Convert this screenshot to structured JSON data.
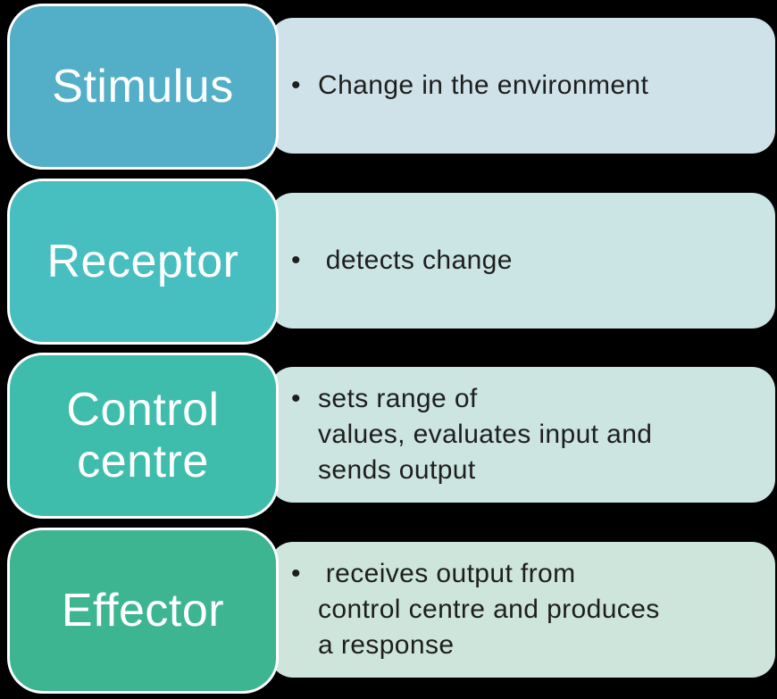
{
  "diagram": {
    "type": "vertical-stage-list",
    "background_color": "#000000",
    "title_text_color": "#FFFFFF",
    "body_text_color": "#1E1E1E",
    "box_border_color": "#FFFFFF",
    "bullet_char": "•",
    "rows": [
      {
        "title": "Stimulus",
        "bullet_text": "Change in the environment",
        "box_color": "#52AFC7",
        "panel_color": "#CFE2E9"
      },
      {
        "title": "Receptor",
        "bullet_text": " detects change",
        "box_color": "#47BEC0",
        "panel_color": "#CBE4E4"
      },
      {
        "title": "Control centre",
        "bullet_text": "sets range of\nvalues, evaluates input and\nsends output",
        "box_color": "#3EBDAD",
        "panel_color": "#CCE5E0"
      },
      {
        "title": "Effector",
        "bullet_text": " receives output from\ncontrol centre and produces\na response",
        "box_color": "#3DB591",
        "panel_color": "#CEE5DB"
      }
    ]
  }
}
